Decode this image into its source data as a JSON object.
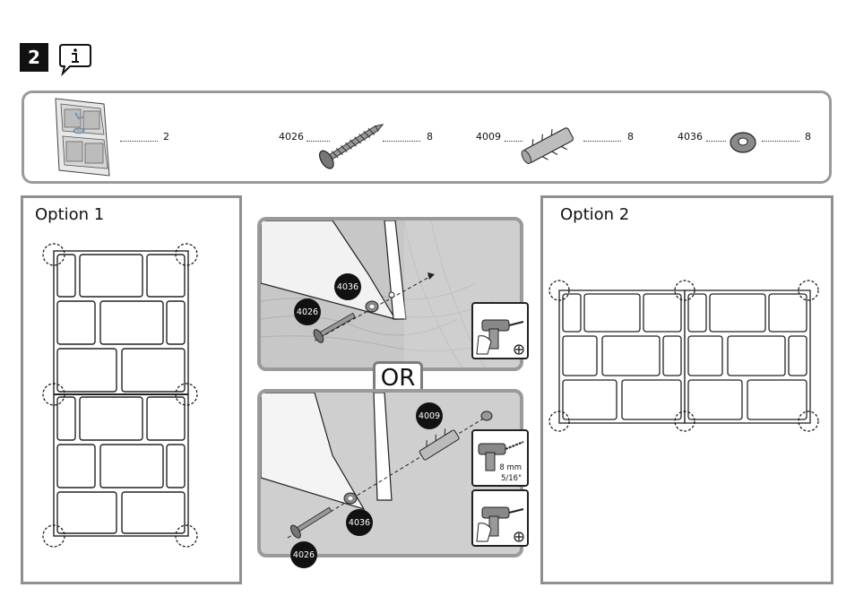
{
  "header": {
    "step_number": "2",
    "info_icon": "info-bubble-icon"
  },
  "parts": [
    {
      "code": "",
      "qty": "2",
      "icon": "wall-organizer-unit-icon"
    },
    {
      "code": "4026",
      "qty": "8",
      "icon": "screw-icon"
    },
    {
      "code": "4009",
      "qty": "8",
      "icon": "wall-plug-icon"
    },
    {
      "code": "4036",
      "qty": "8",
      "icon": "washer-icon"
    }
  ],
  "option1": {
    "title": "Option 1"
  },
  "option2": {
    "title": "Option 2"
  },
  "center": {
    "or_label": "OR",
    "wood_callouts": [
      "4036",
      "4026"
    ],
    "wall_callouts": [
      "4009",
      "4036",
      "4026"
    ],
    "drill_size_mm": "8 mm",
    "drill_size_in": "5/16\""
  },
  "colors": {
    "frame_gray": "#9a9a9a",
    "wood_gray": "#c9c9c9",
    "wall_gray": "#cfcfcf",
    "badge_black": "#111111"
  }
}
